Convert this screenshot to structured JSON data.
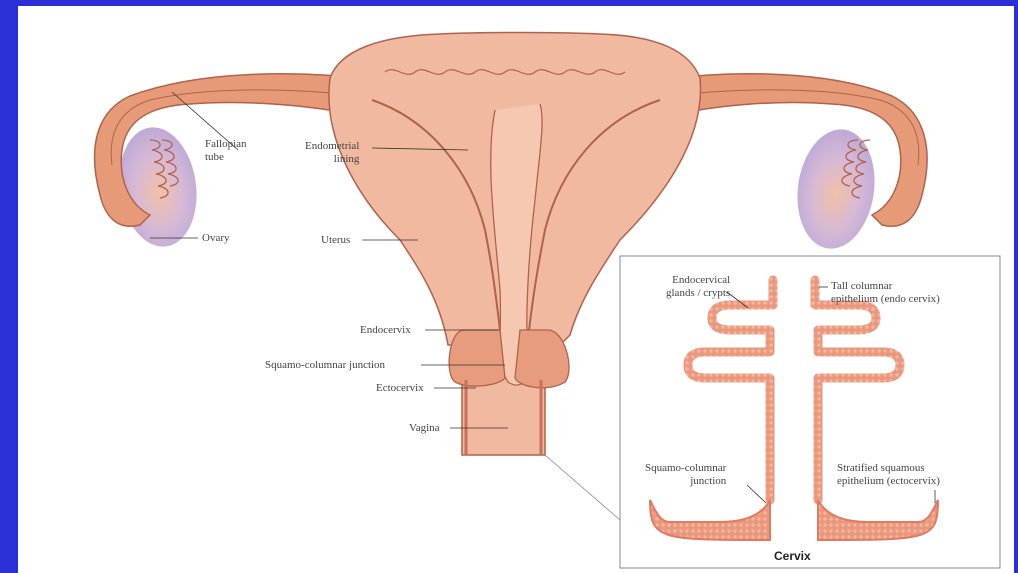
{
  "labels": {
    "fallopian_tube": [
      "Fallopian",
      "tube"
    ],
    "ovary": "Ovary",
    "endometrial_lining": [
      "Endometrial",
      "lining"
    ],
    "uterus": "Uterus",
    "endocervix": "Endocervix",
    "squamo_columnar_junction": "Squamo-columnar junction",
    "ectocervix": "Ectocervix",
    "vagina": "Vagina"
  },
  "inset": {
    "title": "Cervix",
    "endocervical_glands": [
      "Endocervical",
      "glands / crypts"
    ],
    "tall_columnar": [
      "Tall columnar",
      "epithelium (endo cervix)"
    ],
    "squamo_columnar": [
      "Squamo-columnar",
      "junction"
    ],
    "stratified_squamous": [
      "Stratified squamous",
      "epithelium (ectocervix)"
    ]
  },
  "colors": {
    "background": "#2b2fd6",
    "tissue": "#f0b9a0",
    "tissue_dark": "#d98a6a",
    "outline": "#b0624a",
    "ovary": "#c9b6dc",
    "epithelium": "#e78c73"
  }
}
